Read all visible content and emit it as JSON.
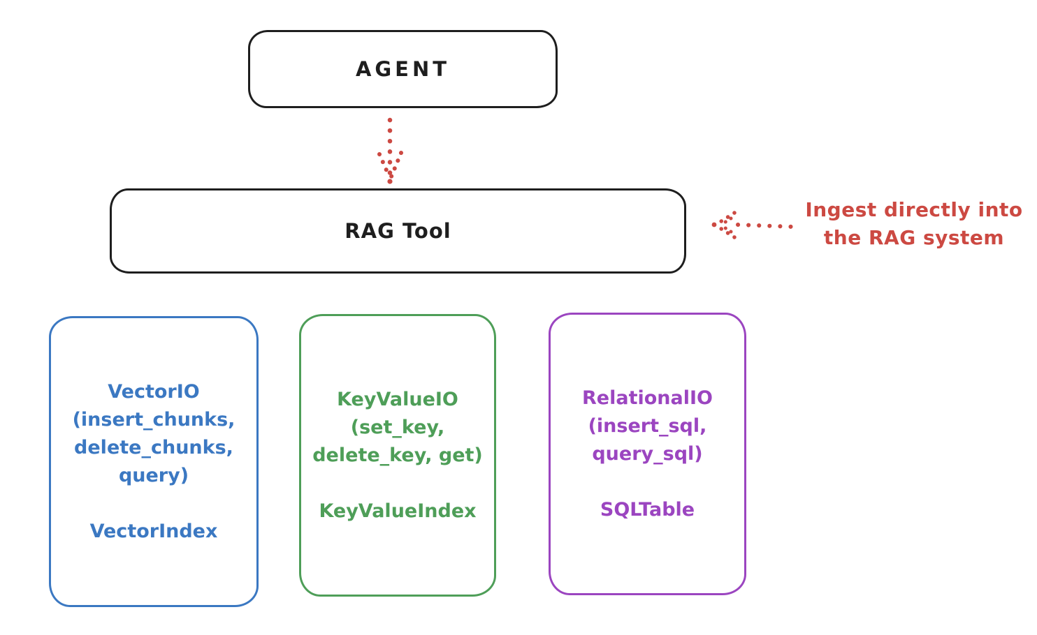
{
  "agent_box": {
    "label": "AGENT"
  },
  "rag_box": {
    "label": "RAG Tool"
  },
  "annotation": {
    "color": "#cc4942",
    "lines": [
      "Ingest directly into",
      "the RAG system"
    ]
  },
  "arrows": [
    {
      "name": "agent-to-rag",
      "style": "dotted",
      "direction": "down",
      "color": "#cc4942"
    },
    {
      "name": "annotation-to-rag",
      "style": "dotted",
      "direction": "left",
      "color": "#cc4942"
    }
  ],
  "backends": [
    {
      "name": "vector",
      "color": "#3b78c2",
      "lines": [
        "VectorIO",
        "(insert_chunks,",
        "delete_chunks,",
        "query)"
      ],
      "index": "VectorIndex"
    },
    {
      "name": "keyvalue",
      "color": "#4e9e58",
      "lines": [
        "KeyValueIO",
        "(set_key,",
        "delete_key, get)"
      ],
      "index": "KeyValueIndex"
    },
    {
      "name": "relational",
      "color": "#9b45c0",
      "lines": [
        "RelationalIO",
        "(insert_sql,",
        "query_sql)"
      ],
      "index": "SQLTable"
    }
  ],
  "colors": {
    "stroke": "#1e1e1e",
    "background": "#ffffff"
  }
}
